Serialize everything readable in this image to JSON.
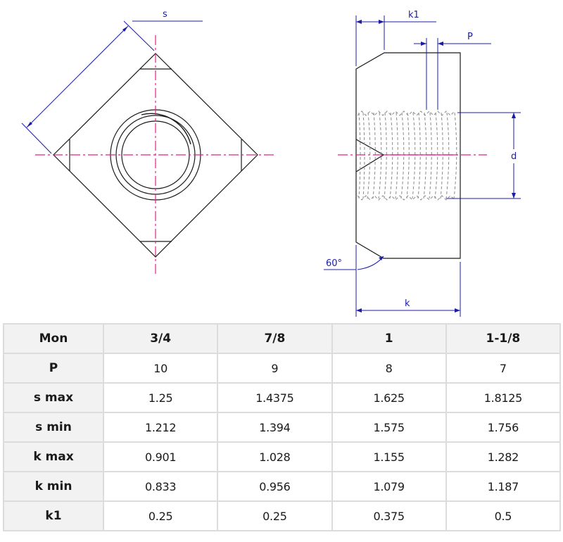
{
  "drawing": {
    "top_view": {
      "dimension_labels": {
        "s": "s"
      }
    },
    "side_view": {
      "dimension_labels": {
        "k1": "k1",
        "P": "P",
        "d": "d",
        "k": "k",
        "angle": "60°"
      }
    },
    "colors": {
      "outline": "#1a1a1a",
      "dimension": "#1c1ca8",
      "centerline": "#e0208c",
      "thread": "#8a8a8a"
    }
  },
  "table": {
    "header": {
      "label": "Mon",
      "columns": [
        "3/4",
        "7/8",
        "1",
        "1-1/8"
      ]
    },
    "rows": [
      {
        "label": "P",
        "values": [
          "10",
          "9",
          "8",
          "7"
        ]
      },
      {
        "label": "s max",
        "values": [
          "1.25",
          "1.4375",
          "1.625",
          "1.8125"
        ]
      },
      {
        "label": "s min",
        "values": [
          "1.212",
          "1.394",
          "1.575",
          "1.756"
        ]
      },
      {
        "label": "k max",
        "values": [
          "0.901",
          "1.028",
          "1.155",
          "1.282"
        ]
      },
      {
        "label": "k min",
        "values": [
          "0.833",
          "0.956",
          "1.079",
          "1.187"
        ]
      },
      {
        "label": "k1",
        "values": [
          "0.25",
          "0.25",
          "0.375",
          "0.5"
        ]
      }
    ]
  }
}
